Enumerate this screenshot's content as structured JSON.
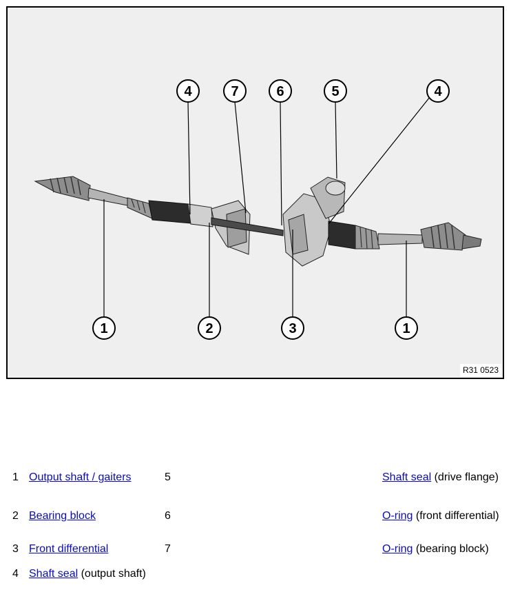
{
  "figure": {
    "code": "R31 0523",
    "callouts": [
      "1",
      "2",
      "3",
      "4",
      "5",
      "6",
      "7"
    ]
  },
  "legend": [
    {
      "num": "1",
      "link": "Output shaft / gaiters",
      "rest": "",
      "num2": "5",
      "link2": "Shaft seal",
      "rest2": " (drive flange)"
    },
    {
      "num": "2",
      "link": "Bearing block",
      "rest": "",
      "num2": "6",
      "link2": "O-ring",
      "rest2": " (front differential)"
    },
    {
      "num": "3",
      "link": "Front differential",
      "rest": "",
      "num2": "7",
      "link2": "O-ring",
      "rest2": " (bearing block)"
    },
    {
      "num": "4",
      "link": "Shaft seal",
      "rest": " (output shaft)"
    }
  ]
}
